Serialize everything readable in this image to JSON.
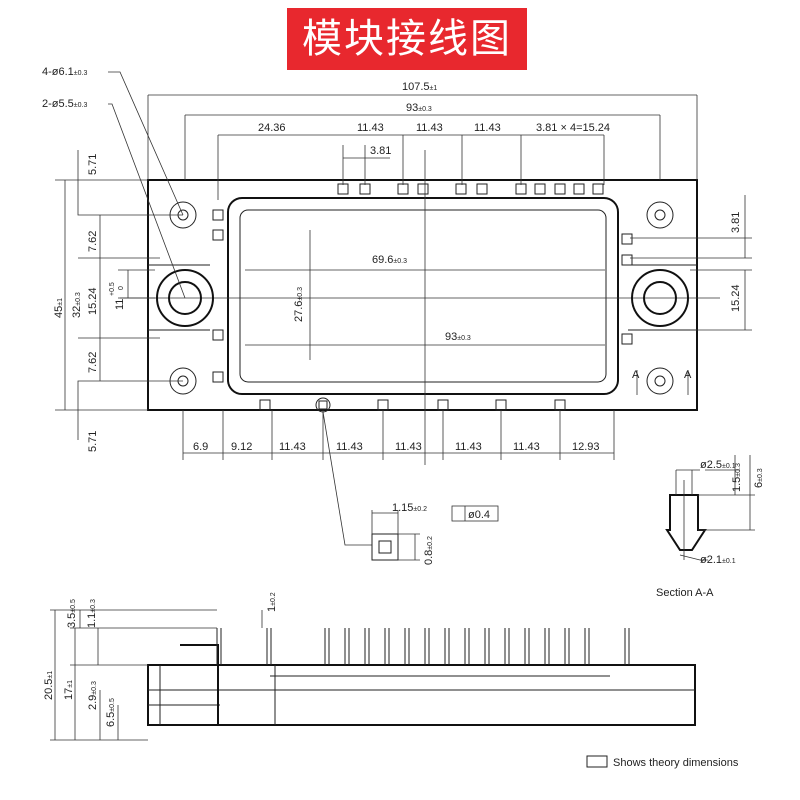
{
  "title": "模块接线图",
  "top_view": {
    "hole_callouts": [
      {
        "label": "4-ø6.1",
        "tol": "±0.3"
      },
      {
        "label": "2-ø5.5",
        "tol": "±0.3"
      }
    ],
    "overall_width": {
      "label": "107.5",
      "tol": "±1"
    },
    "mount_pitch": {
      "label": "93",
      "tol": "±0.3"
    },
    "top_pin_dims": [
      "24.36",
      "11.43",
      "11.43",
      "11.43",
      "3.81 × 4=15.24"
    ],
    "top_small_dim": "3.81",
    "inner_width": {
      "label": "69.6",
      "tol": "±0.3"
    },
    "inner_height": {
      "label": "27.6",
      "tol": "±0.3"
    },
    "inner_pitch": {
      "label": "93",
      "tol": "±0.3"
    },
    "left_dims": {
      "top_margin": "5.71",
      "upper_pitch": "7.62",
      "mid_pitch": "15.24",
      "lower_pitch": "7.62",
      "bottom_margin": "5.71",
      "overall_height": {
        "label": "45",
        "tol": "±1"
      },
      "hole_span": {
        "label": "32",
        "tol": "±0.3"
      },
      "center_offset": {
        "label": "11",
        "tol_plus": "+0.5",
        "tol_minus": "0"
      }
    },
    "right_dims": {
      "upper": "3.81",
      "mid": "15.24"
    },
    "section_marker": "A",
    "bottom_pin_dims": [
      "6.9",
      "9.12",
      "11.43",
      "11.43",
      "11.43",
      "11.43",
      "11.43",
      "12.93"
    ]
  },
  "pin_detail": {
    "width": {
      "label": "1.15",
      "tol": "±0.2"
    },
    "tolerance_frame": "ø0.4",
    "height": {
      "label": "0.8",
      "tol": "±0.2"
    }
  },
  "section_aa": {
    "title": "Section A-A",
    "top_diameter": {
      "label": "ø2.5",
      "tol": "±0.1"
    },
    "bottom_diameter": {
      "label": "ø2.1",
      "tol": "±0.1"
    },
    "depth_inner": {
      "label": "1.5",
      "tol": "±0.3"
    },
    "depth_outer": {
      "label": "6",
      "tol": "±0.3"
    }
  },
  "side_view": {
    "pin_height": {
      "label": "3.5",
      "tol": "±0.5"
    },
    "pin_offset": {
      "label": "1.1",
      "tol": "±0.3"
    },
    "pin_tip": {
      "label": "1",
      "tol": "±0.2"
    },
    "overall_height": {
      "label": "20.5",
      "tol": "±1"
    },
    "body_height": {
      "label": "17",
      "tol": "±1"
    },
    "base_offset": {
      "label": "2.9",
      "tol": "±0.3"
    },
    "base_height": {
      "label": "6.5",
      "tol": "±0.5"
    }
  },
  "legend": {
    "text": "Shows theory dimensions"
  }
}
